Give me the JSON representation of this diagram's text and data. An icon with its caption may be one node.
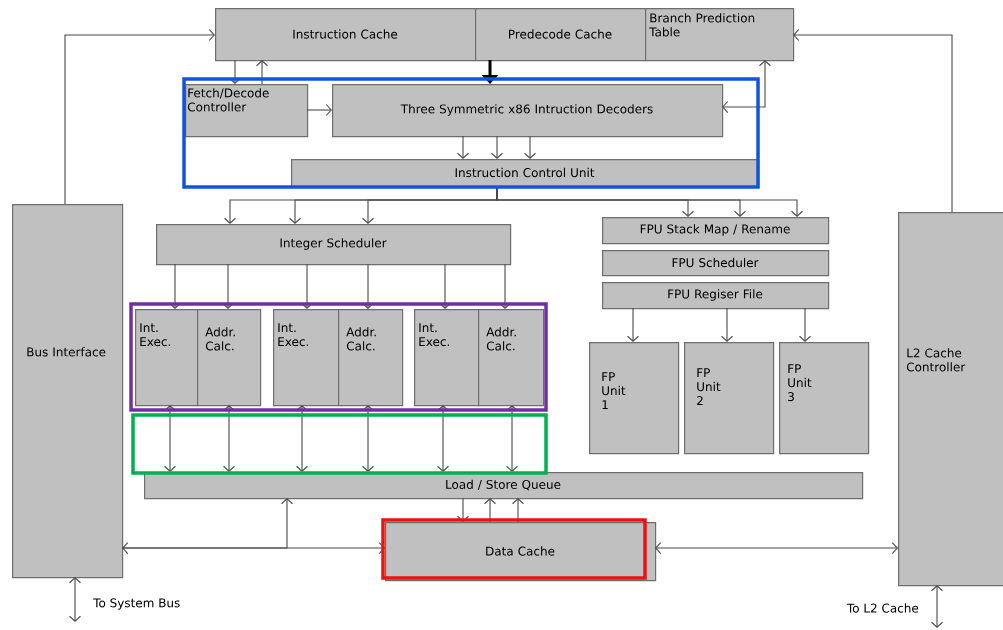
{
  "diagram": {
    "nodes": [
      {
        "text": [
          "Instruction Cache"
        ]
      },
      {
        "text": [
          "Predecode Cache"
        ]
      },
      {
        "text": [
          "Branch Prediction Table"
        ]
      },
      {
        "text": [
          "Fetch/Decode Controller"
        ]
      },
      {
        "text": [
          "Three Symmetric x86 Intruction Decoders"
        ]
      },
      {
        "text": [
          "Instruction Control Unit"
        ]
      },
      {
        "text": [
          "Integer Scheduler"
        ]
      },
      {
        "text": [
          "FPU Stack Map / Rename"
        ]
      },
      {
        "text": [
          "FPU Scheduler"
        ]
      },
      {
        "text": [
          "FPU Regiser File"
        ]
      },
      {
        "text": [
          "Int. Exec."
        ]
      },
      {
        "text": [
          "Addr. Calc."
        ]
      },
      {
        "text": [
          "Int. Exec."
        ]
      },
      {
        "text": [
          "Addr. Calc."
        ]
      },
      {
        "text": [
          "Int. Exec."
        ]
      },
      {
        "text": [
          "Addr. Calc."
        ]
      },
      {
        "text": [
          "FP Unit 1"
        ]
      },
      {
        "text": [
          "FP Unit 2"
        ]
      },
      {
        "text": [
          "FP Unit 3"
        ]
      },
      {
        "text": [
          "Load / Store Queue"
        ]
      },
      {
        "text": [
          "Data Cache"
        ]
      },
      {
        "text": [
          "Bus Interface"
        ]
      },
      {
        "text": [
          "L2 Cache Controller"
        ]
      }
    ],
    "edges": [
      {
        "from": 21,
        "to": 0,
        "arrow": "to"
      },
      {
        "from": 22,
        "to": 2,
        "arrow": "to"
      },
      {
        "from": 0,
        "to": 3,
        "arrow": "to"
      },
      {
        "from": 3,
        "to": 0,
        "arrow": "to"
      },
      {
        "from": 1,
        "to": 4,
        "arrow": "to",
        "style": "thick",
        "color": "#000000"
      },
      {
        "from": 3,
        "to": 4,
        "arrow": "to"
      },
      {
        "from": 2,
        "to": 4,
        "arrow": "both"
      },
      {
        "from": 4,
        "to": 5,
        "arrow": "to"
      },
      {
        "from": 4,
        "to": 5,
        "arrow": "to"
      },
      {
        "from": 4,
        "to": 5,
        "arrow": "to"
      },
      {
        "from": 5,
        "to": 6,
        "arrow": "to"
      },
      {
        "from": 5,
        "to": 6,
        "arrow": "to"
      },
      {
        "from": 5,
        "to": 6,
        "arrow": "to"
      },
      {
        "from": 5,
        "to": 7,
        "arrow": "to"
      },
      {
        "from": 5,
        "to": 7,
        "arrow": "to"
      },
      {
        "from": 5,
        "to": 7,
        "arrow": "to"
      },
      {
        "from": 6,
        "to": 10,
        "arrow": "to"
      },
      {
        "from": 6,
        "to": 11,
        "arrow": "to"
      },
      {
        "from": 6,
        "to": 12,
        "arrow": "to"
      },
      {
        "from": 6,
        "to": 13,
        "arrow": "to"
      },
      {
        "from": 6,
        "to": 14,
        "arrow": "to"
      },
      {
        "from": 6,
        "to": 15,
        "arrow": "to"
      },
      {
        "from": 9,
        "to": 16,
        "arrow": "to"
      },
      {
        "from": 9,
        "to": 17,
        "arrow": "to"
      },
      {
        "from": 9,
        "to": 18,
        "arrow": "to"
      },
      {
        "from": 10,
        "to": 19,
        "arrow": "both"
      },
      {
        "from": 11,
        "to": 19,
        "arrow": "both"
      },
      {
        "from": 12,
        "to": 19,
        "arrow": "both"
      },
      {
        "from": 13,
        "to": 19,
        "arrow": "both"
      },
      {
        "from": 14,
        "to": 19,
        "arrow": "both"
      },
      {
        "from": 15,
        "to": 19,
        "arrow": "both"
      },
      {
        "from": 19,
        "to": 20,
        "arrow": "to"
      },
      {
        "from": 20,
        "to": 19,
        "arrow": "to"
      },
      {
        "from": 20,
        "to": 19,
        "arrow": "to"
      },
      {
        "from": 21,
        "to": 20,
        "arrow": "both"
      },
      {
        "from": 21,
        "to": 19,
        "arrow": "to"
      },
      {
        "from": 20,
        "to": 22,
        "arrow": "both"
      },
      {
        "from": 21,
        "to": null,
        "arrow": "both",
        "label": "To System Bus"
      },
      {
        "from": 22,
        "to": null,
        "arrow": "both",
        "label": "To L2 Cache"
      }
    ]
  }
}
